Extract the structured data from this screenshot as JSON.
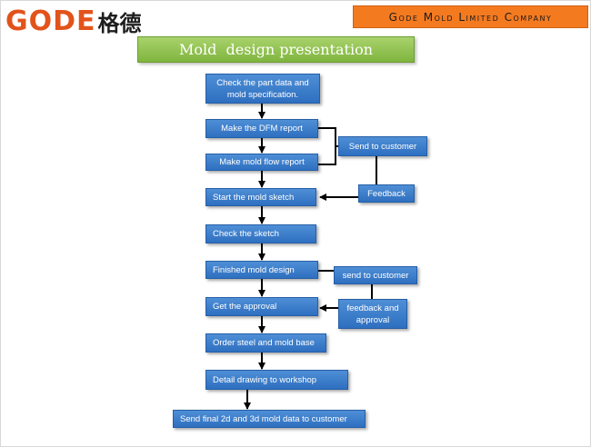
{
  "header": {
    "logo_latin": "GODE",
    "logo_cjk": "格德",
    "company": "Gode Mold Limited Company"
  },
  "title": "Mold  design presentation",
  "flow": {
    "check_part": "Check the part data and mold specification.",
    "dfm_report": "Make the DFM report",
    "mold_flow": "Make mold flow report",
    "mold_sketch": "Start the mold sketch",
    "check_sketch": "Check the sketch",
    "finished_design": "Finished mold design",
    "get_approval": "Get the approval",
    "order_steel": "Order steel and mold base",
    "detail_drawing": "Detail  drawing to workshop",
    "send_final": "Send final 2d and 3d mold data to customer",
    "send_customer_1": "Send to customer",
    "feedback_1": "Feedback",
    "send_customer_2": "send to customer",
    "feedback_approval": "feedback and approval"
  },
  "colors": {
    "accent_orange": "#f47a20",
    "logo_orange": "#e2531b",
    "box_blue": "#3b7dcc",
    "title_green": "#8dc14d"
  }
}
